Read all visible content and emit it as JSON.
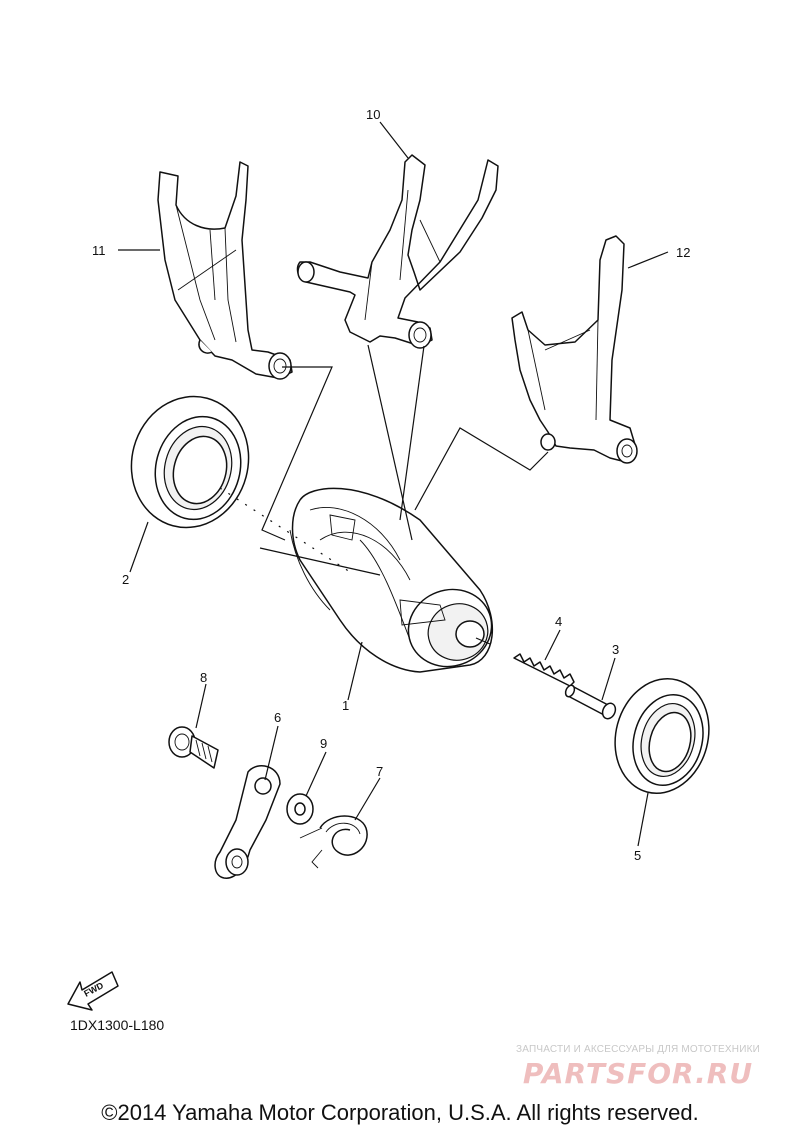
{
  "diagram": {
    "code": "1DX1300-L180",
    "fwd_label": "FWD",
    "callouts": [
      "1",
      "2",
      "3",
      "4",
      "5",
      "6",
      "7",
      "8",
      "9",
      "10",
      "11",
      "12"
    ]
  },
  "watermark": {
    "tagline": "ЗАПЧАСТИ И АКСЕССУАРЫ ДЛЯ МОТОТЕХНИКИ",
    "brand": "PARTSFOR.RU"
  },
  "footer": {
    "copyright": "©2014 Yamaha Motor Corporation, U.S.A. All rights reserved."
  }
}
